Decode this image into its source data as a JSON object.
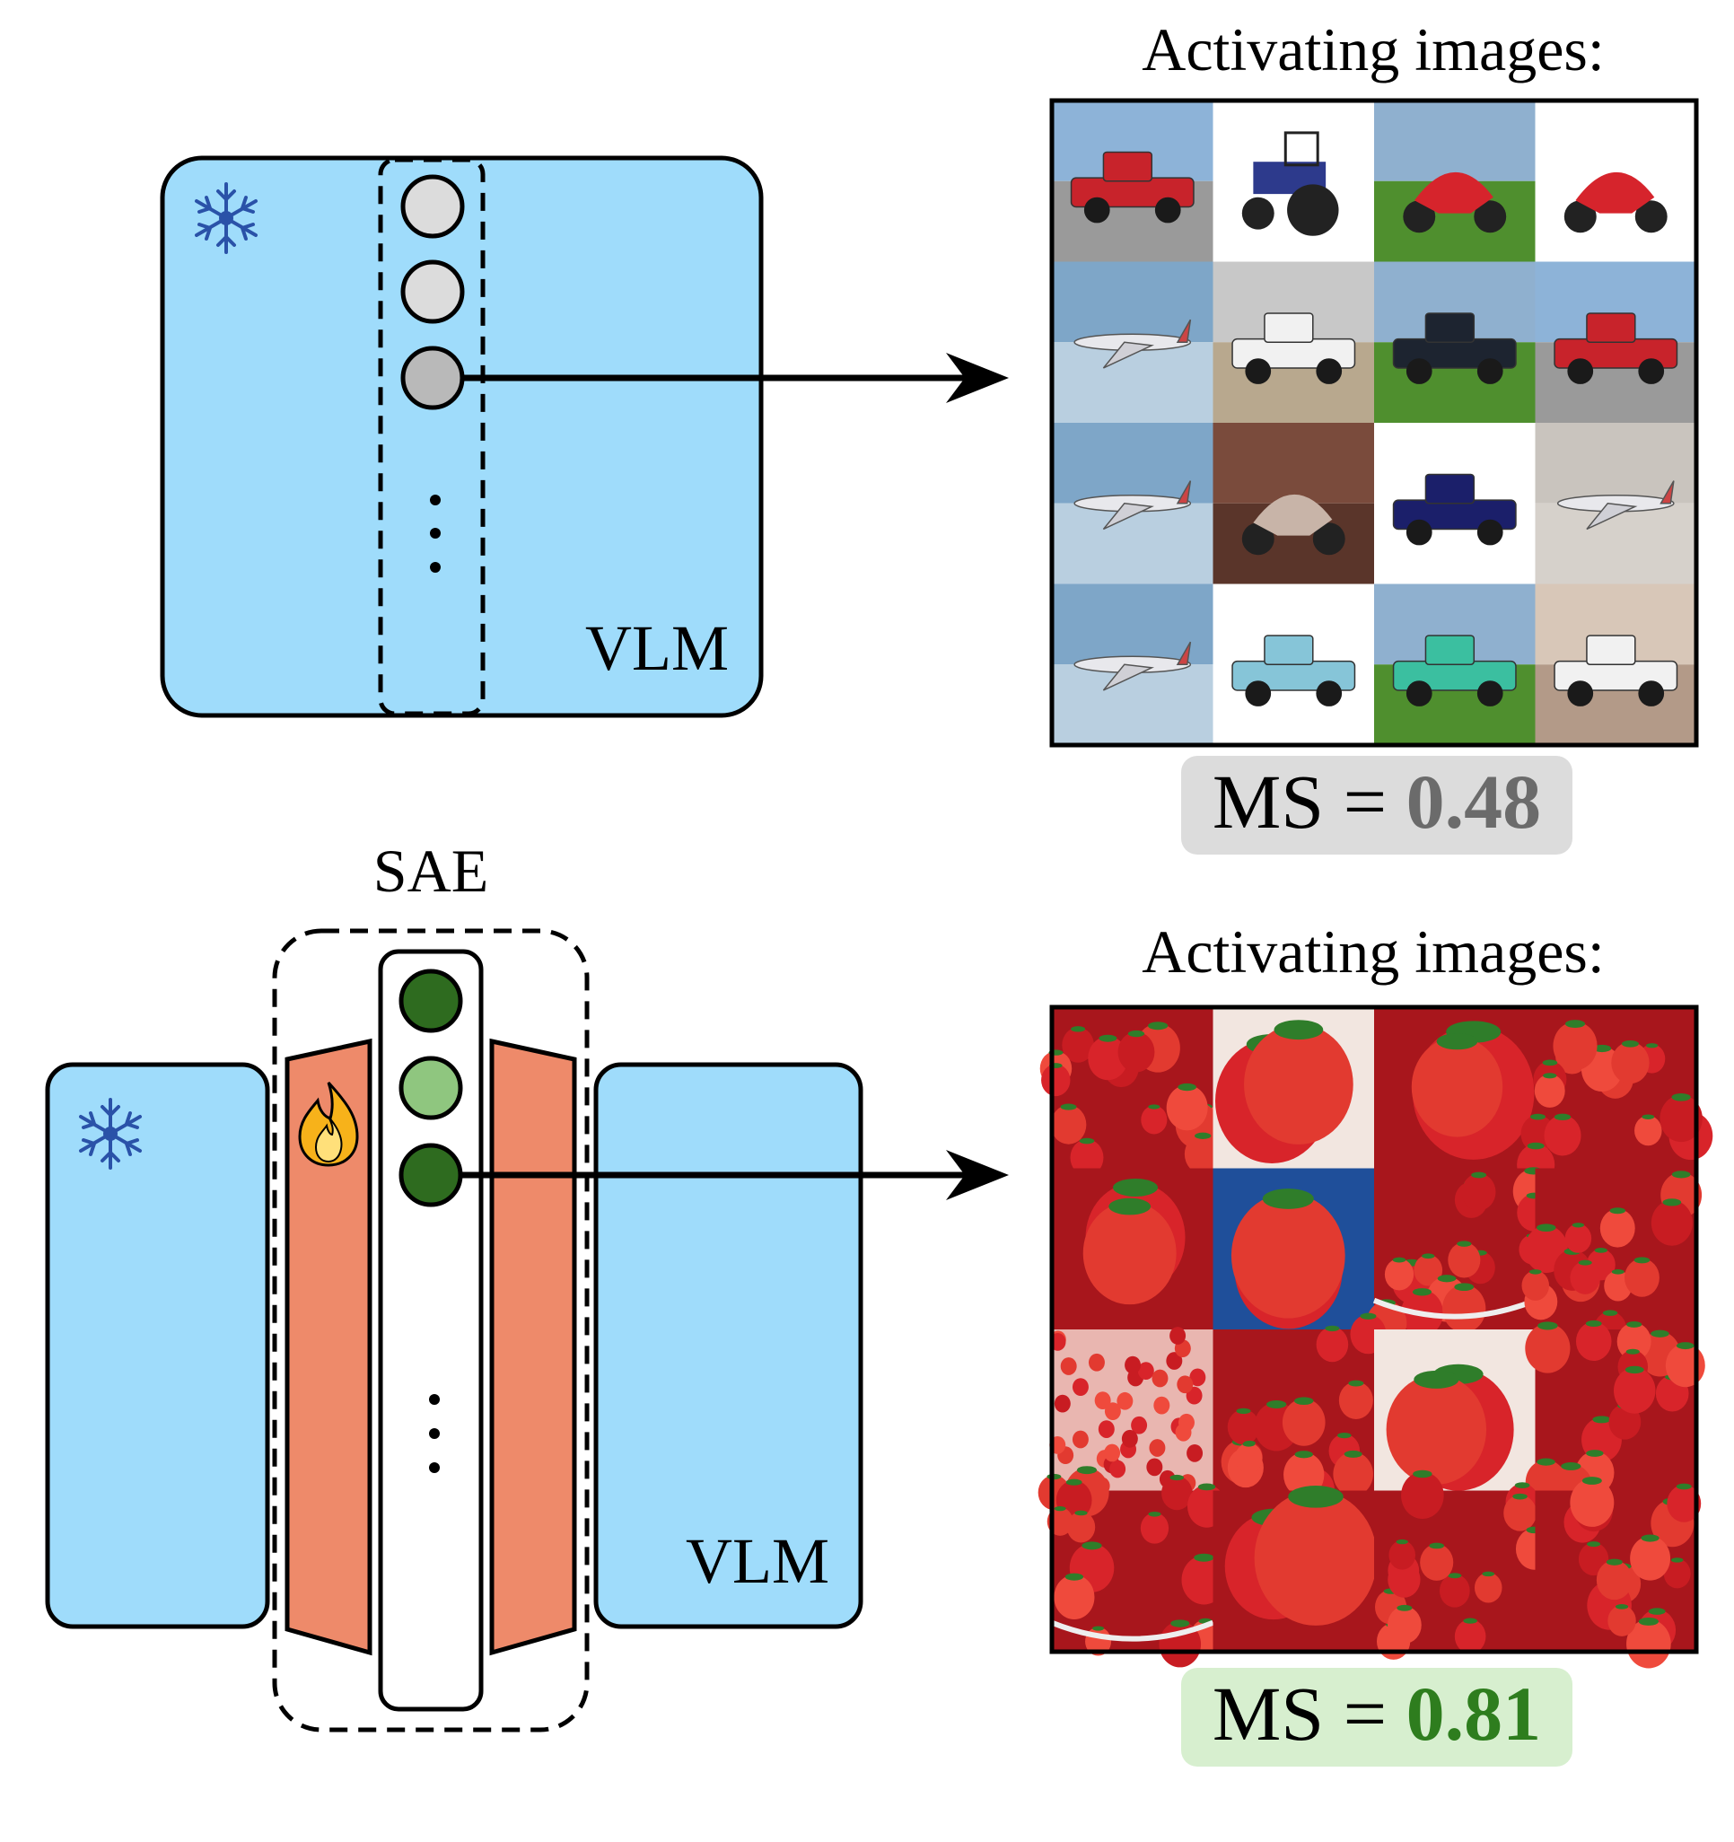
{
  "top": {
    "model_label": "VLM",
    "grid_title": "Activating images:",
    "score_label": "MS = ",
    "score_value": "0.48",
    "score_value_color": "#6b6b6b",
    "score_bg": "#dcdcdc",
    "frozen_icon": "snowflake-icon",
    "neuron_fills": [
      "#dcdcdc",
      "#dcdcdc",
      "#b9b9b9"
    ],
    "grid_images": [
      "red-pickup-truck",
      "blue-tractor",
      "red-scooter-on-grass",
      "red-scooter",
      "airplane-in-sky",
      "white-pickup-truck",
      "black-car-on-grass",
      "red-pickup-truck",
      "airplane-landing",
      "vintage-motorcycle",
      "dark-blue-van",
      "airplane-in-haze",
      "airplane-in-blue-sky",
      "blue-toy-car",
      "teal-pickup-truck",
      "white-off-road-vehicle"
    ]
  },
  "bottom": {
    "model_label": "VLM",
    "sae_label": "SAE",
    "grid_title": "Activating images:",
    "score_label": "MS = ",
    "score_value": "0.81",
    "score_value_color": "#2e7d1e",
    "score_bg": "#d7efcf",
    "frozen_icon": "snowflake-icon",
    "trainable_icon": "fire-icon",
    "neuron_fills": [
      "#2e6b1f",
      "#8fc67f",
      "#2e6b1f"
    ],
    "grid_images": [
      "strawberry-pile",
      "single-strawberry",
      "strawberry-closeup",
      "strawberries-on-plant",
      "strawberry-held",
      "strawberry-blue-background",
      "strawberries-in-bowl",
      "strawberry-pile",
      "strawberry-rows",
      "strawberry-pile",
      "strawberry-white-background",
      "strawberry-pile",
      "strawberries-in-dish",
      "strawberry-seeds-closeup",
      "strawberry-pile",
      "strawberry-pile"
    ]
  },
  "colors": {
    "vlm_fill": "#9fdcfb",
    "encoder_fill": "#ee8a6a",
    "snowflake": "#2a52a8"
  }
}
